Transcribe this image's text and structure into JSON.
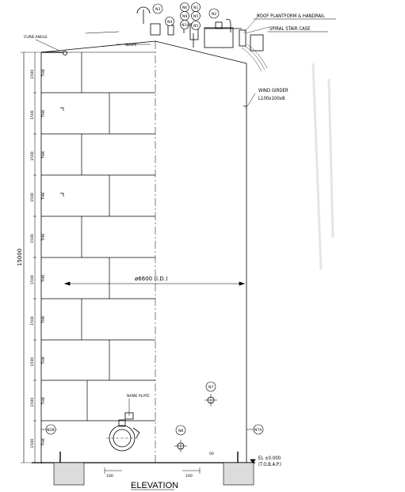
{
  "title": "ELEVATION",
  "labels": {
    "roof_platform": "ROOF PLANTFORM & HANDRAIL",
    "spiral_stair": "SPIRAL STAIR CASE",
    "wind_girder": "WIND GIRDER",
    "wind_girder_size": "L100x100x8",
    "curb_angle": "CURB ANGLE",
    "slope": "SLOPE",
    "diameter": "ø6600 (I.D.)",
    "name_plate": "NAME PLATE",
    "height_total": "15000",
    "elevation": "EL ±0.000",
    "elevation_ref": "(T.O.B.A.P.)",
    "dim_left": "100",
    "dim_right": "100",
    "dim_zero": "00"
  },
  "nozzles": {
    "n1": "N1",
    "n2": "N2",
    "n3": "N3",
    "n4": "N4",
    "n5": "N5",
    "n6": "N6",
    "n7": "N7",
    "n8": "N8",
    "n9": "N9",
    "n10": "N10",
    "n7a": "N7A",
    "n2b": "N2B"
  },
  "courses": [
    {
      "height": "1500",
      "thk": "THK"
    },
    {
      "height": "1500",
      "thk": "THK"
    },
    {
      "height": "1500",
      "thk": "THK"
    },
    {
      "height": "1500",
      "thk": "THK"
    },
    {
      "height": "1500",
      "thk": "THK"
    },
    {
      "height": "1500",
      "thk": "THK"
    },
    {
      "height": "1500",
      "thk": "THK"
    },
    {
      "height": "1500",
      "thk": "THK"
    },
    {
      "height": "1500",
      "thk": "THK"
    },
    {
      "height": "1500",
      "thk": "THK"
    }
  ]
}
